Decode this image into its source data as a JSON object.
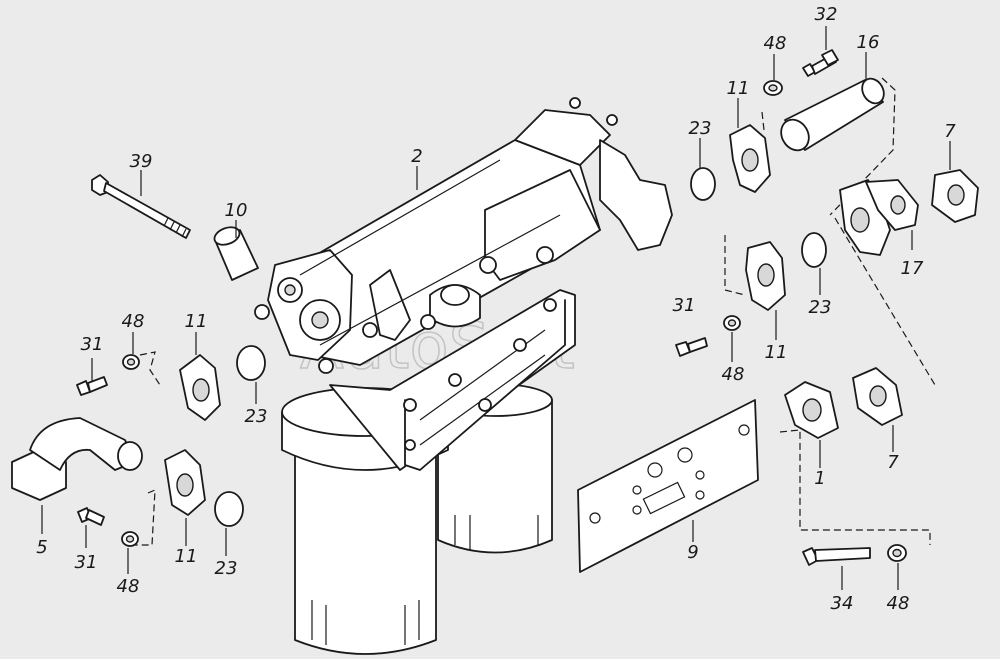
{
  "watermark": "AutoSoft",
  "callouts": {
    "c32": "32",
    "c48a": "48",
    "c16": "16",
    "c11a": "11",
    "c23a": "23",
    "c7a": "7",
    "c2": "2",
    "c39": "39",
    "c10": "10",
    "c17": "17",
    "c23b": "23",
    "c31a": "31",
    "c11b": "11",
    "c48b": "48",
    "c31b": "31",
    "c48c": "48",
    "c11c": "11",
    "c23c": "23",
    "c1": "1",
    "c7b": "7",
    "c9": "9",
    "c5": "5",
    "c31c": "31",
    "c11d": "11",
    "c48d": "48",
    "c23d": "23",
    "c34": "34",
    "c48e": "48"
  }
}
